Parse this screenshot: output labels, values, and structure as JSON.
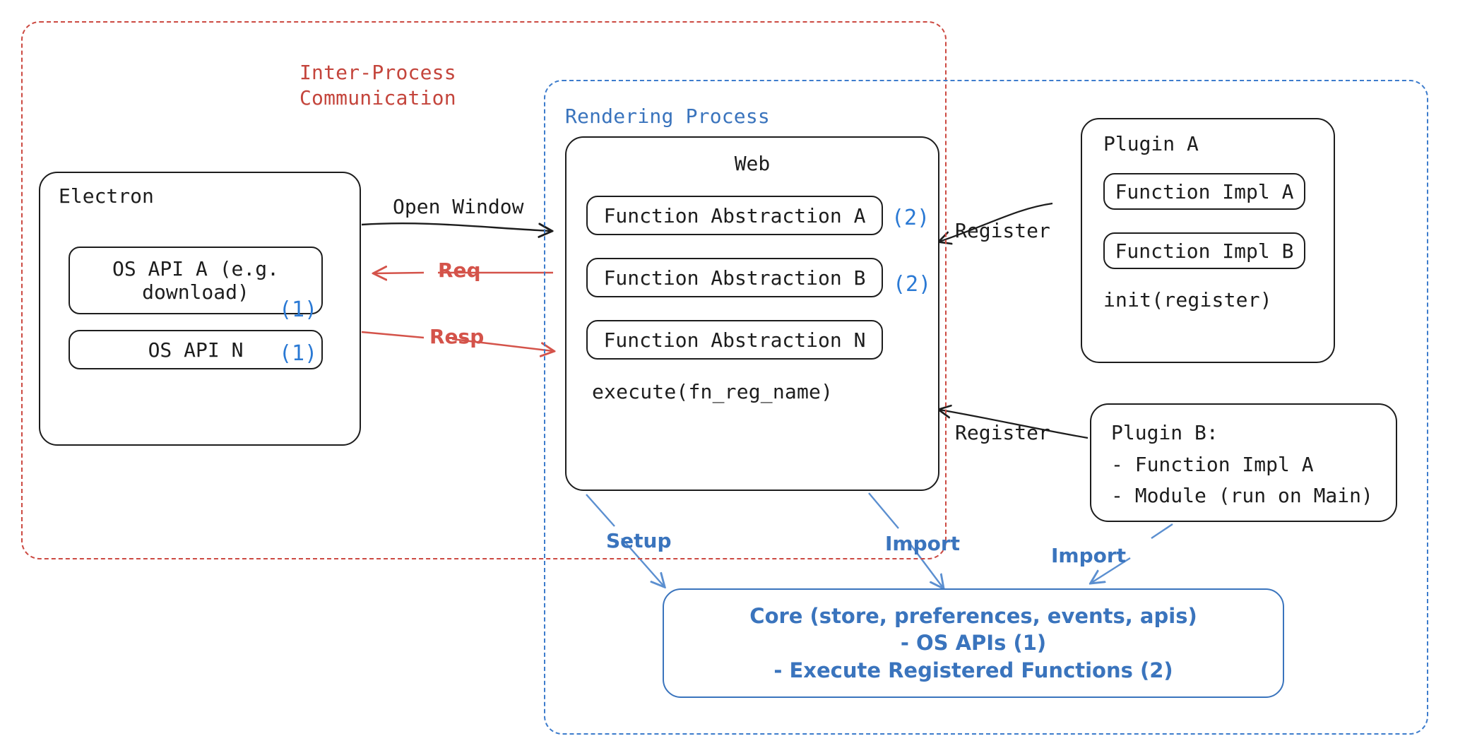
{
  "diagram": {
    "title_note": "Electron plugin architecture diagram",
    "containers": {
      "ipc": {
        "label": "Inter-Process\nCommunication",
        "color": "#c4453c"
      },
      "rendering": {
        "label": "Rendering Process",
        "color": "#3a74bd"
      }
    },
    "electron": {
      "title": "Electron",
      "apis": [
        {
          "label": "OS API A (e.g.\ndownload)",
          "marker": "(1)"
        },
        {
          "label": "OS API N",
          "marker": "(1)"
        }
      ]
    },
    "web": {
      "title": "Web",
      "functions": [
        {
          "label": "Function Abstraction A",
          "marker": "(2)"
        },
        {
          "label": "Function Abstraction B",
          "marker": "(2)"
        },
        {
          "label": "Function Abstraction N",
          "marker": ""
        }
      ],
      "footer": "execute(fn_reg_name)"
    },
    "plugin_a": {
      "title": "Plugin A",
      "items": [
        "Function Impl A",
        "Function Impl B"
      ],
      "footer": "init(register)"
    },
    "plugin_b": {
      "lines": [
        "Plugin B:",
        "- Function Impl A",
        "- Module (run on Main)"
      ]
    },
    "core": {
      "lines": [
        "Core (store, preferences, events, apis)",
        "- OS APIs (1)",
        "- Execute Registered Functions (2)"
      ],
      "color": "#3a74bd"
    },
    "edges": [
      {
        "label": "Open Window",
        "color": "#1d1d1d"
      },
      {
        "label": "Req",
        "color": "#d4534a"
      },
      {
        "label": "Resp",
        "color": "#d4534a"
      },
      {
        "label": "Register",
        "color": "#1d1d1d"
      },
      {
        "label": "Register",
        "color": "#1d1d1d"
      },
      {
        "label": "Setup",
        "color": "#3a74bd"
      },
      {
        "label": "Import",
        "color": "#3a74bd"
      },
      {
        "label": "Import",
        "color": "#3a74bd"
      }
    ]
  }
}
